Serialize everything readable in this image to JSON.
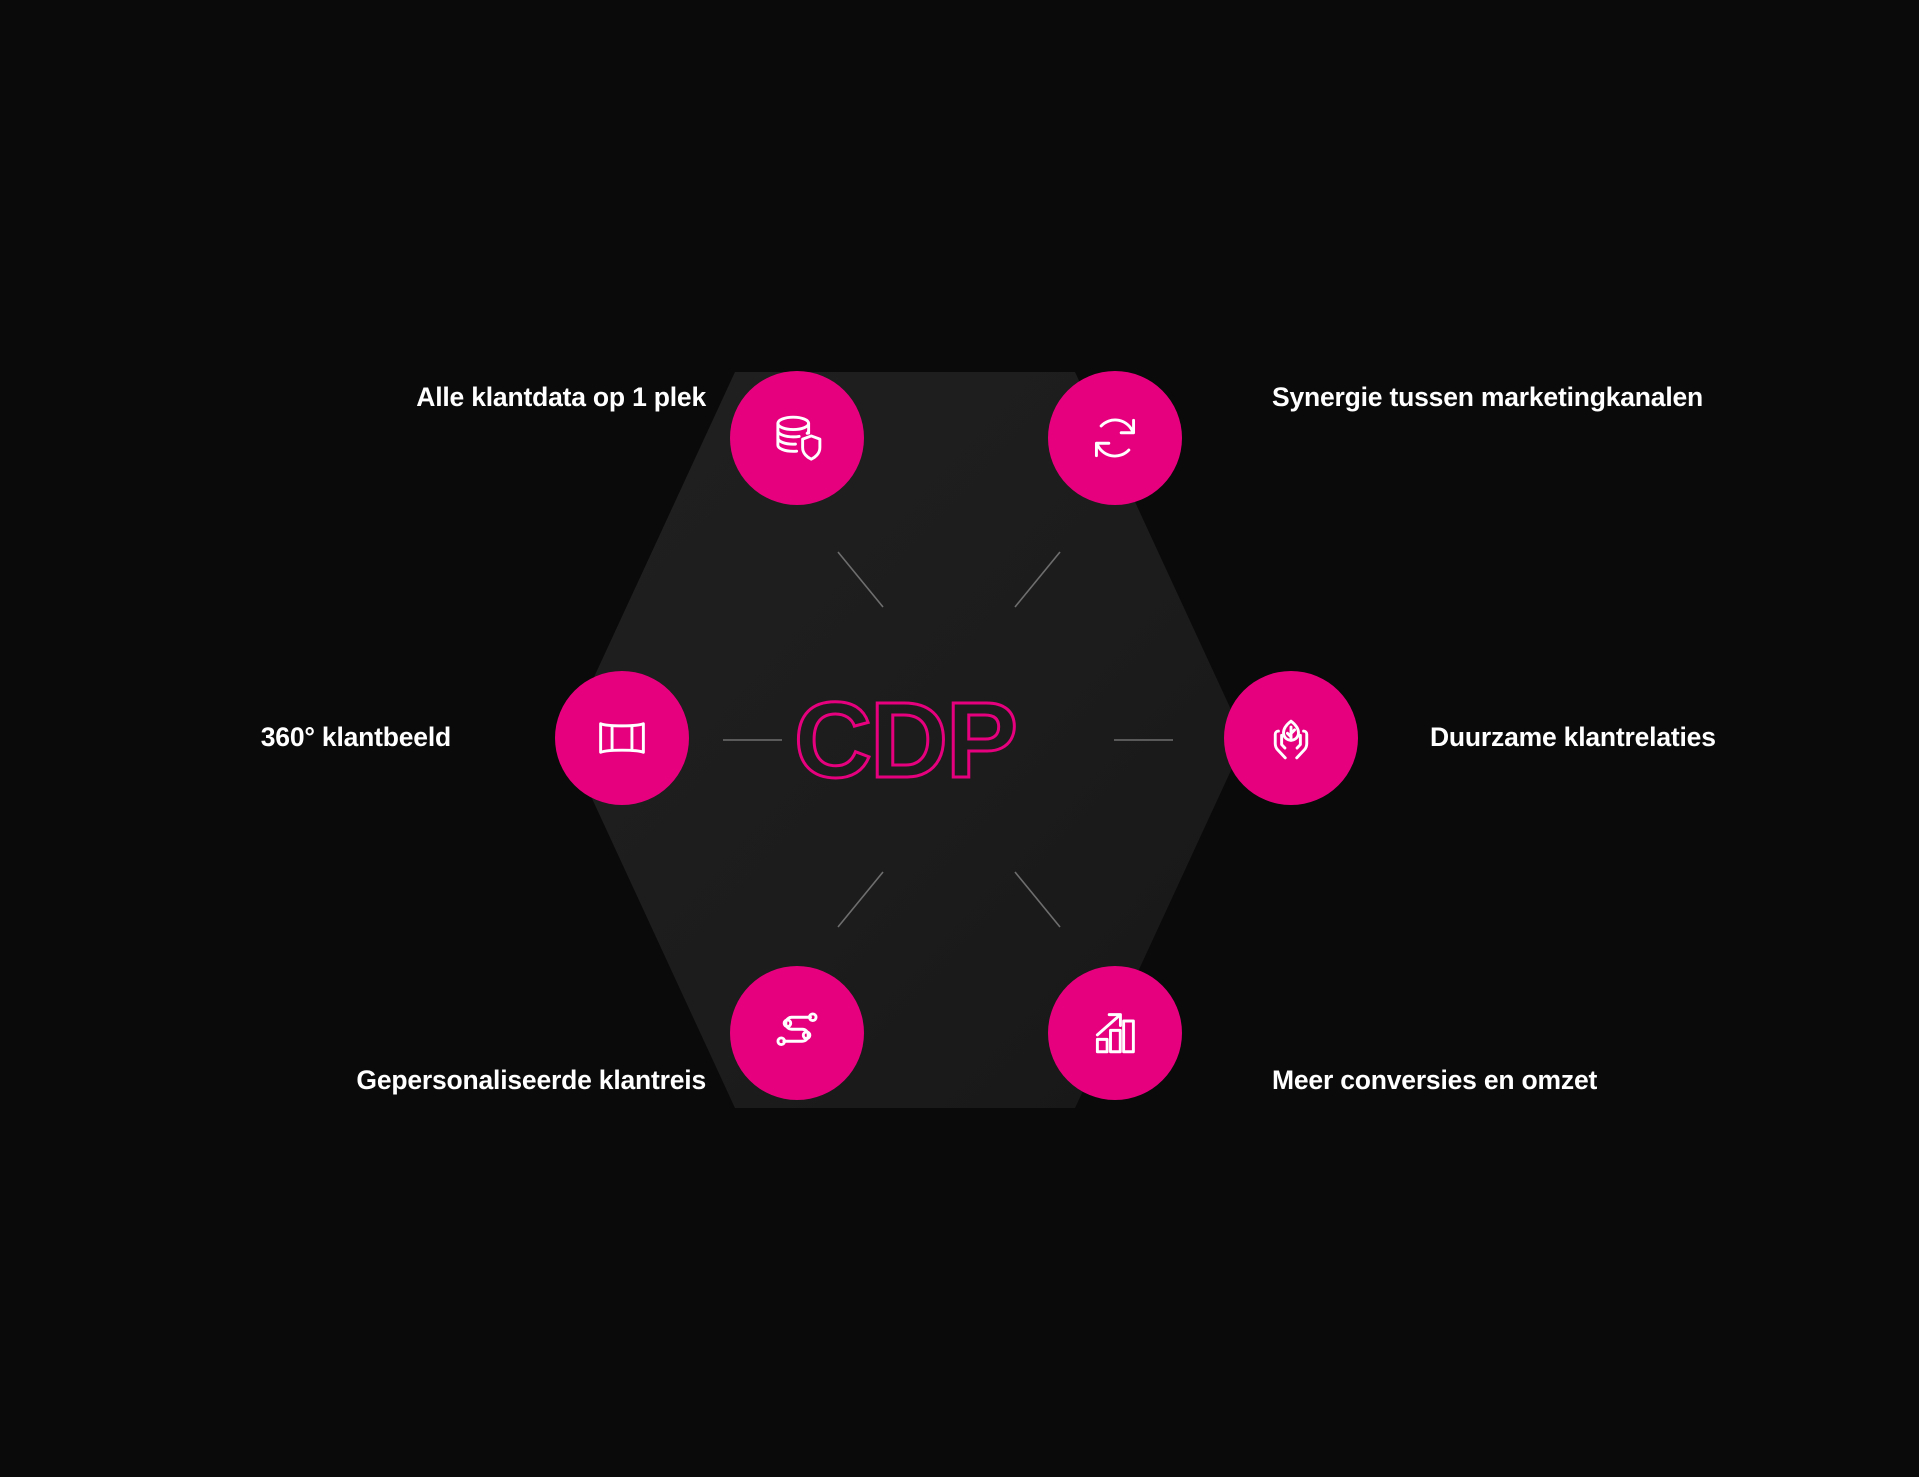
{
  "theme": {
    "background": "#0a0a0a",
    "hexagon_fill": "#1d1d1d",
    "accent_pink": "#E6007E",
    "label_color": "#ffffff",
    "connector_color": "#6e6e6e"
  },
  "center": {
    "label": "CDP",
    "style": "outlined",
    "color": "#E6007E"
  },
  "nodes": [
    {
      "id": "top-left",
      "position": "top-left",
      "icon": "database-shield-icon",
      "label": "Alle klantdata op 1 plek",
      "label_side": "left"
    },
    {
      "id": "top-right",
      "position": "top-right",
      "icon": "refresh-sync-icon",
      "label": "Synergie tussen marketingkanalen",
      "label_side": "right"
    },
    {
      "id": "mid-left",
      "position": "middle-left",
      "icon": "panorama-360-icon",
      "label": "360° klantbeeld",
      "label_side": "left"
    },
    {
      "id": "mid-right",
      "position": "middle-right",
      "icon": "hands-holding-leaf-icon",
      "label": "Duurzame klantrelaties",
      "label_side": "right"
    },
    {
      "id": "bottom-left",
      "position": "bottom-left",
      "icon": "customer-journey-path-icon",
      "label": "Gepersonaliseerde klantreis",
      "label_side": "left"
    },
    {
      "id": "bottom-right",
      "position": "bottom-right",
      "icon": "growth-bar-chart-icon",
      "label": "Meer conversies en omzet",
      "label_side": "right"
    }
  ]
}
